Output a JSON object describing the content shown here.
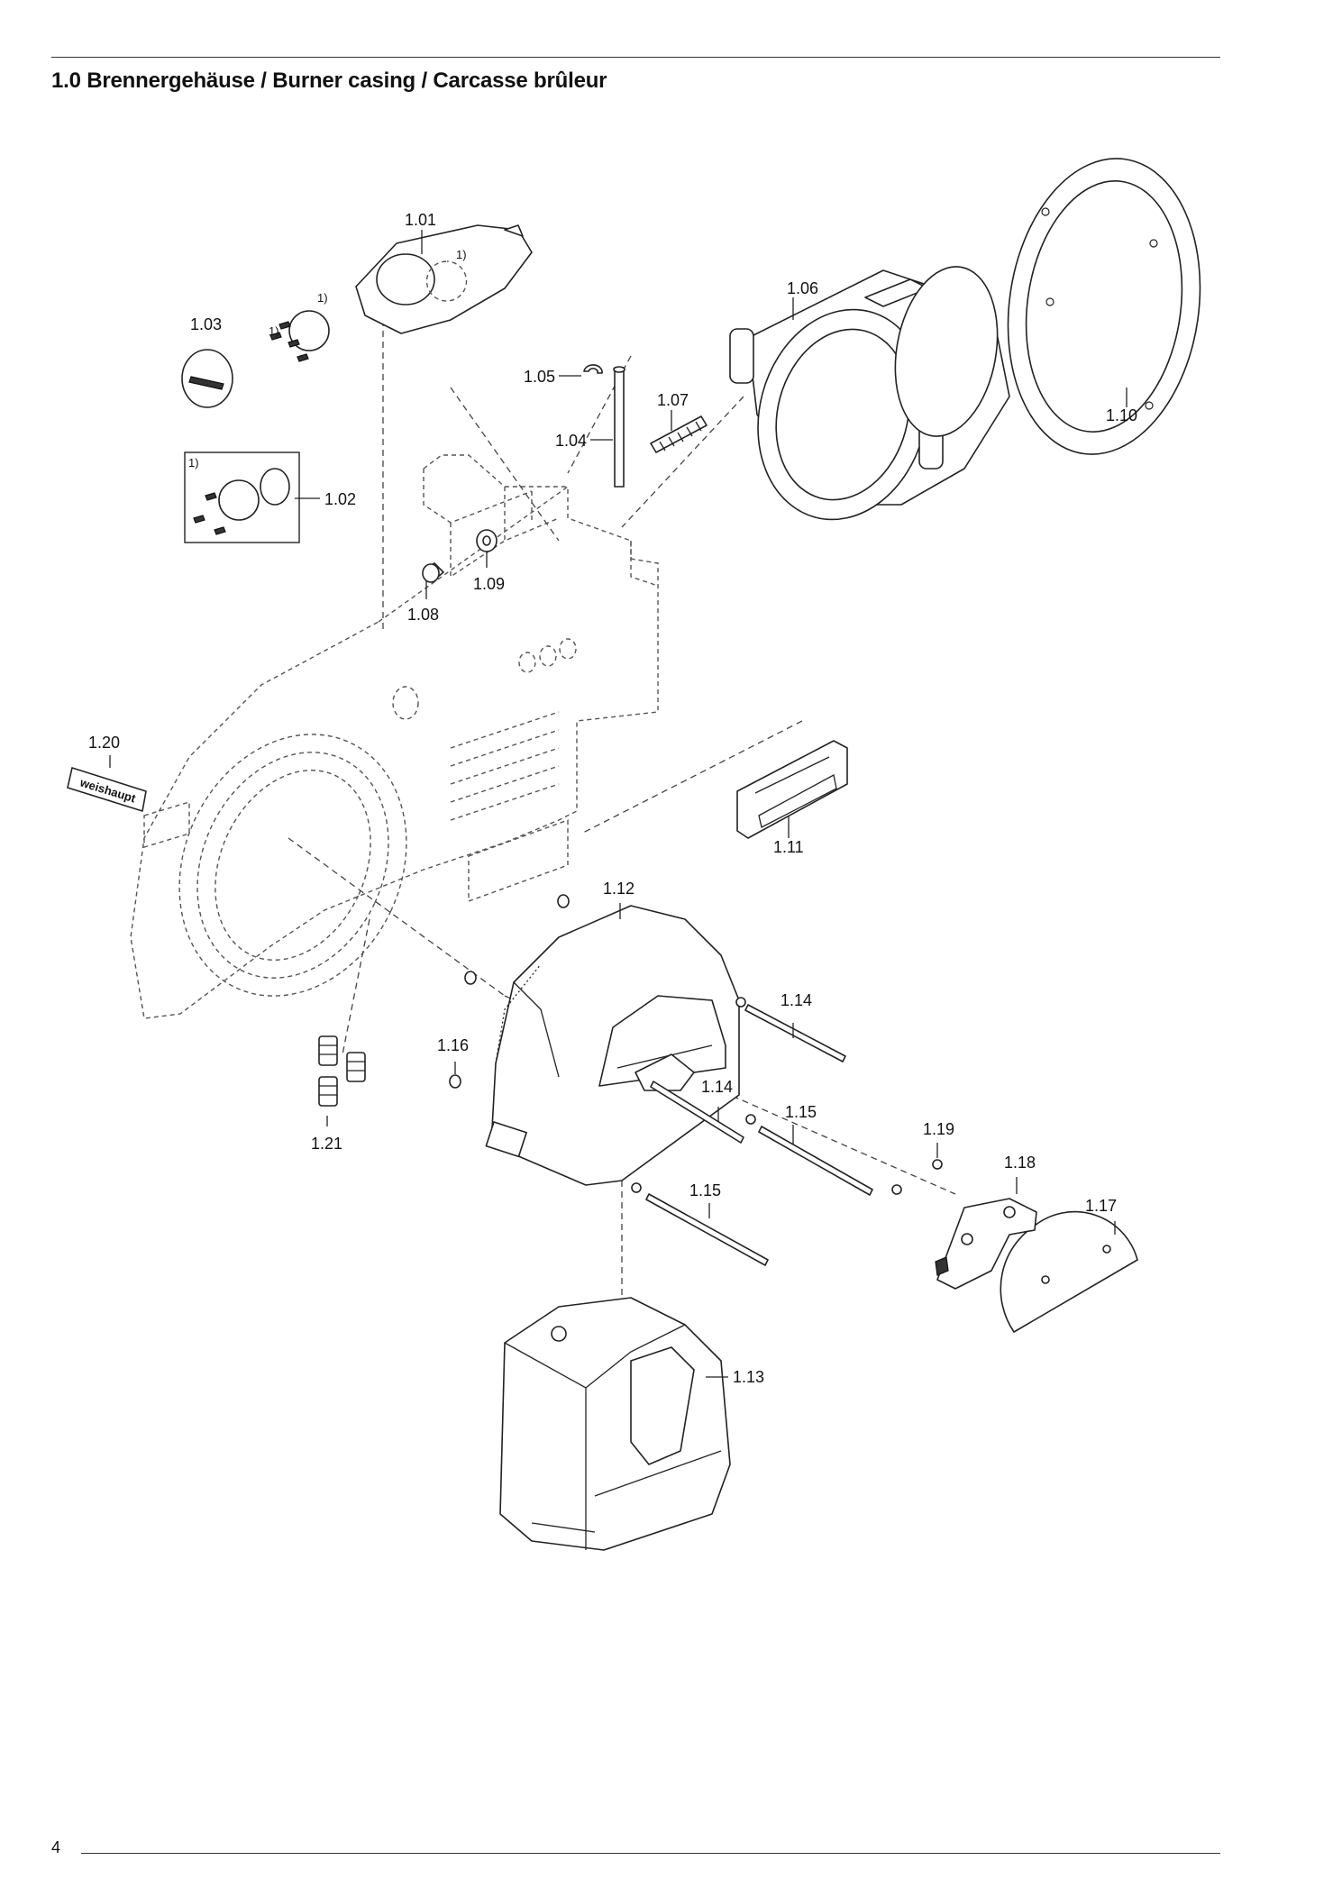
{
  "header": {
    "title": "1.0 Brennergehäuse / Burner casing / Carcasse brûleur"
  },
  "footer": {
    "page_number": "4"
  },
  "logo_text": "weishaupt",
  "footnote_mark": "1)",
  "part_labels": {
    "p1_01": "1.01",
    "p1_02": "1.02",
    "p1_03": "1.03",
    "p1_04": "1.04",
    "p1_05": "1.05",
    "p1_06": "1.06",
    "p1_07": "1.07",
    "p1_08": "1.08",
    "p1_09": "1.09",
    "p1_10": "1.10",
    "p1_11": "1.11",
    "p1_12": "1.12",
    "p1_13": "1.13",
    "p1_14a": "1.14",
    "p1_14b": "1.14",
    "p1_15a": "1.15",
    "p1_15b": "1.15",
    "p1_16": "1.16",
    "p1_17": "1.17",
    "p1_18": "1.18",
    "p1_19": "1.19",
    "p1_20": "1.20",
    "p1_21": "1.21"
  }
}
